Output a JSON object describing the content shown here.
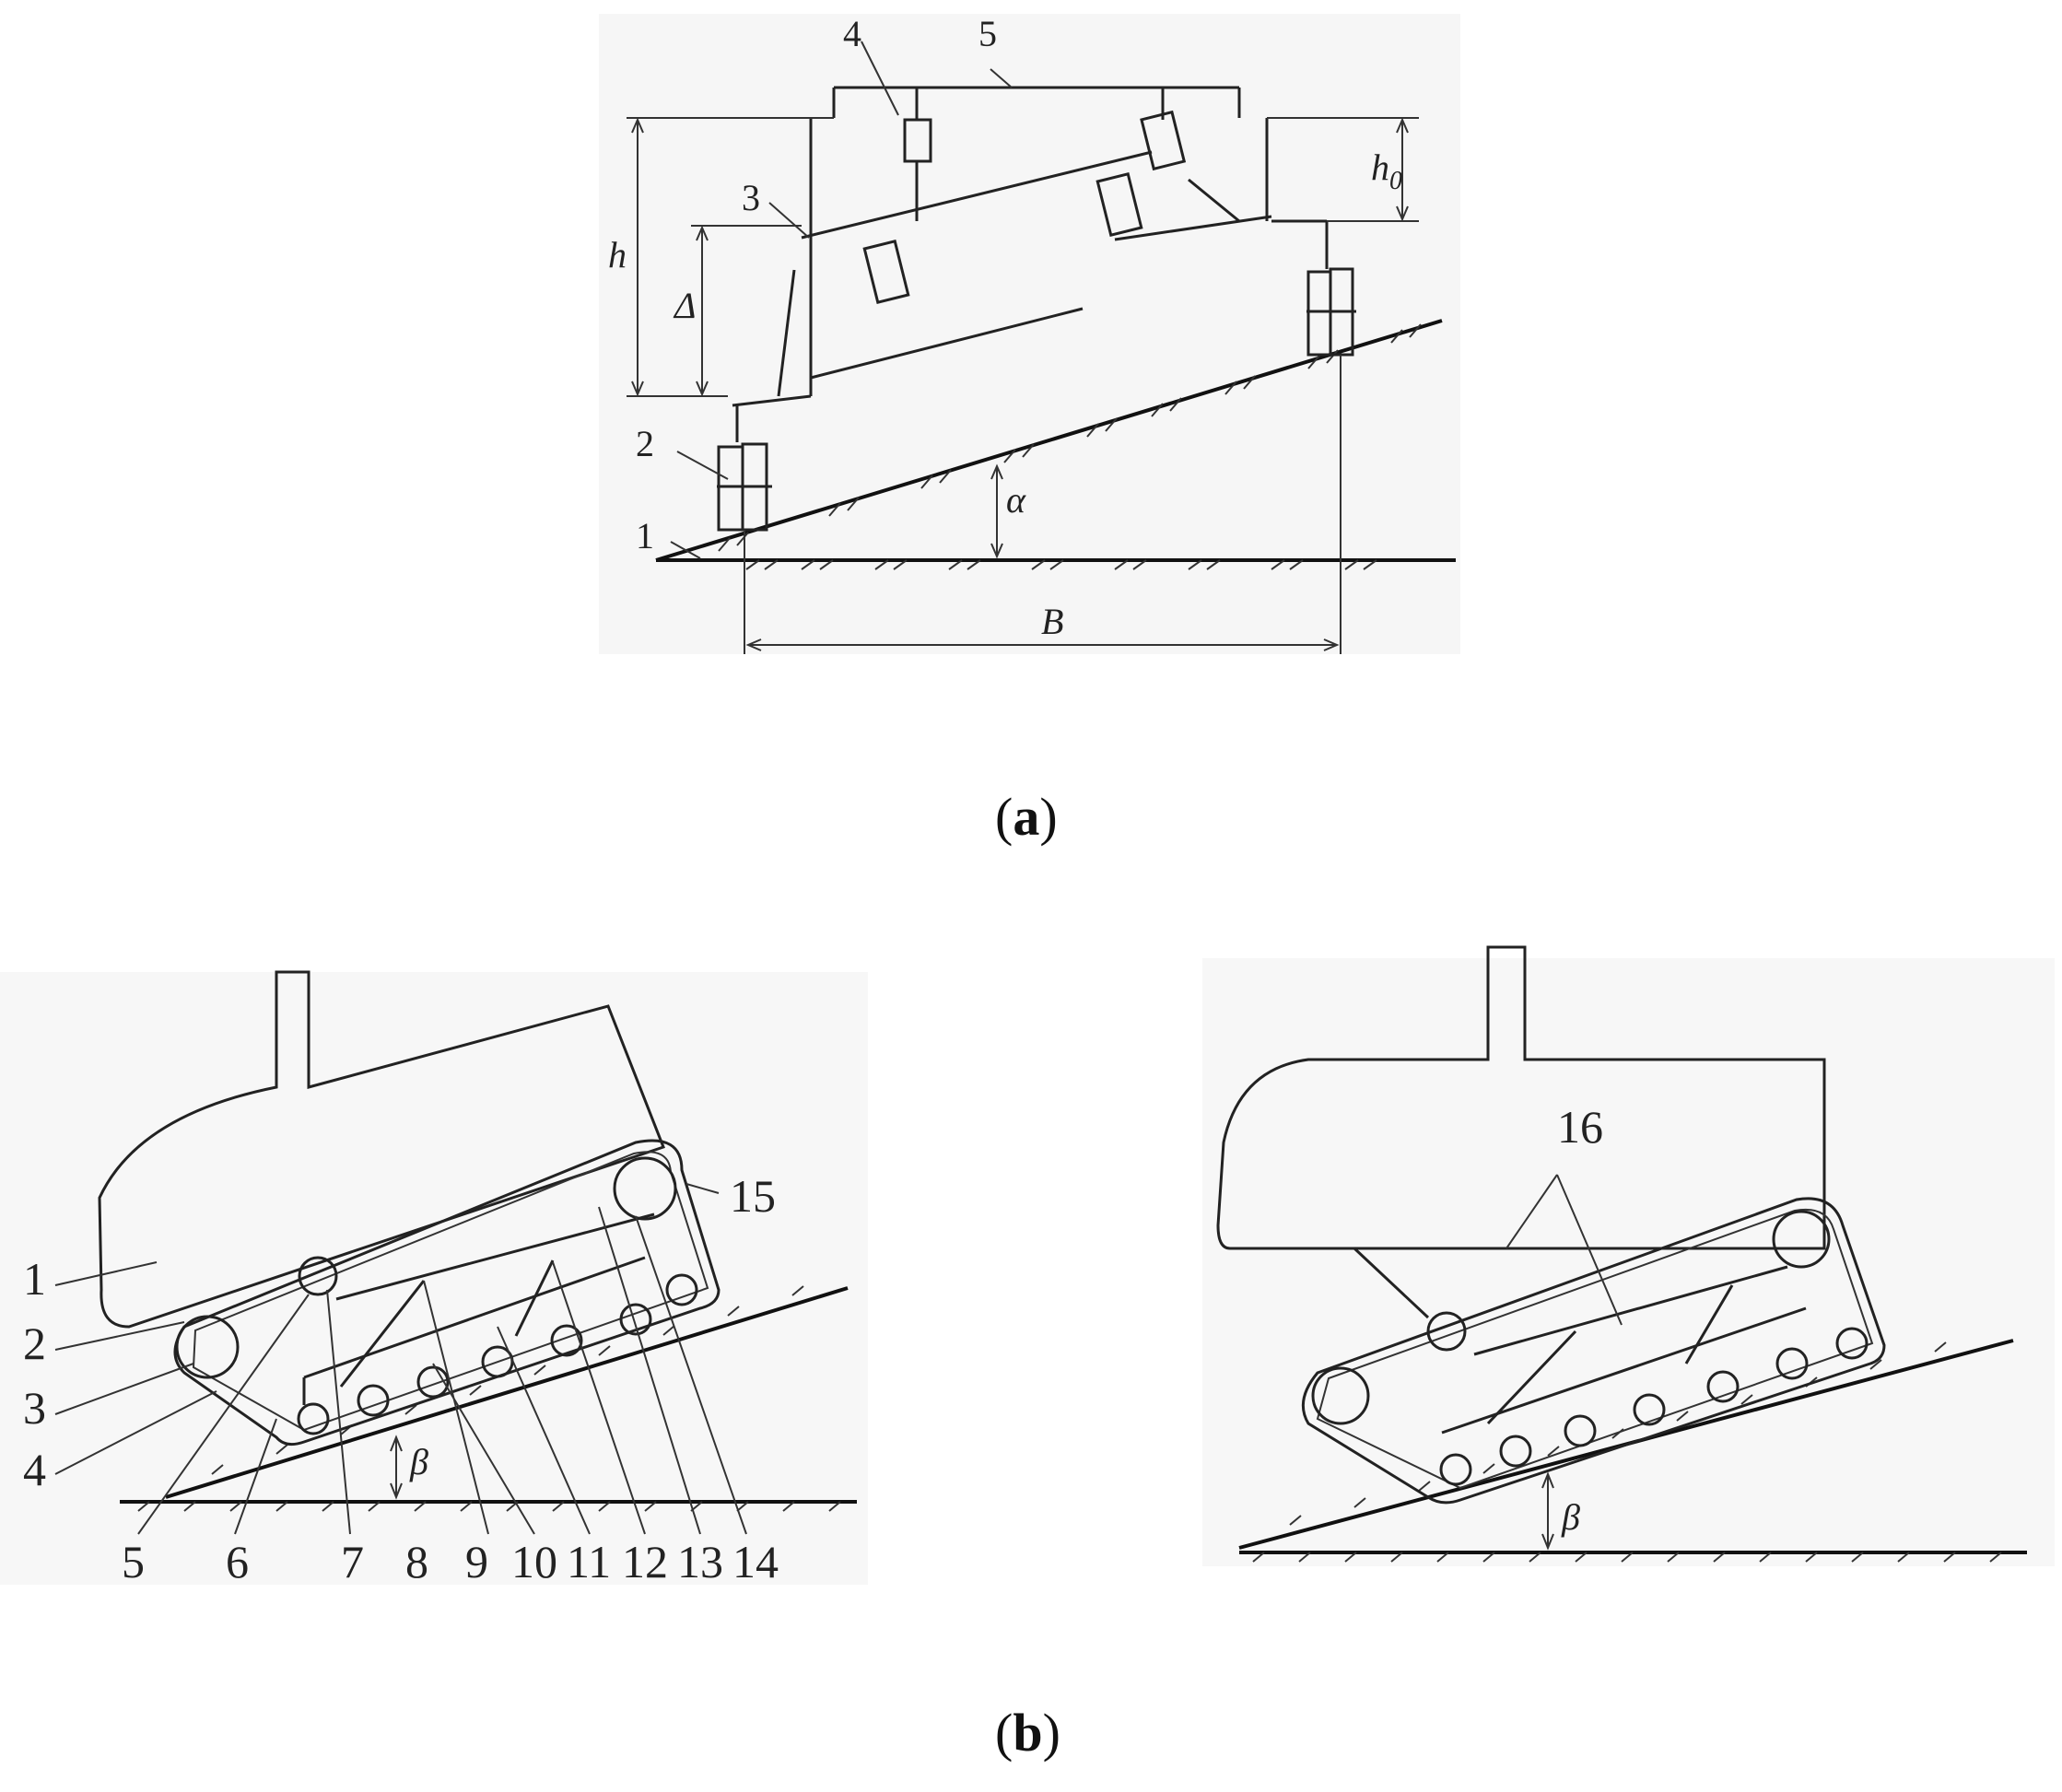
{
  "panel_a": {
    "caption": {
      "open": "(",
      "letter": "a",
      "close": ")"
    },
    "part_labels": [
      "1",
      "2",
      "3",
      "4",
      "5"
    ],
    "dimensions": {
      "h": "h",
      "h0_base": "h",
      "h0_sub": "0",
      "delta": "Δ",
      "alpha": "α",
      "B": "B"
    }
  },
  "panel_b": {
    "caption": {
      "open": "(",
      "letter": "b",
      "close": ")"
    },
    "part_labels": [
      "1",
      "2",
      "3",
      "4",
      "5",
      "6",
      "7",
      "8",
      "9",
      "10",
      "11",
      "12",
      "13",
      "14",
      "15",
      "16"
    ],
    "angle_left": "β",
    "angle_right": "β"
  }
}
